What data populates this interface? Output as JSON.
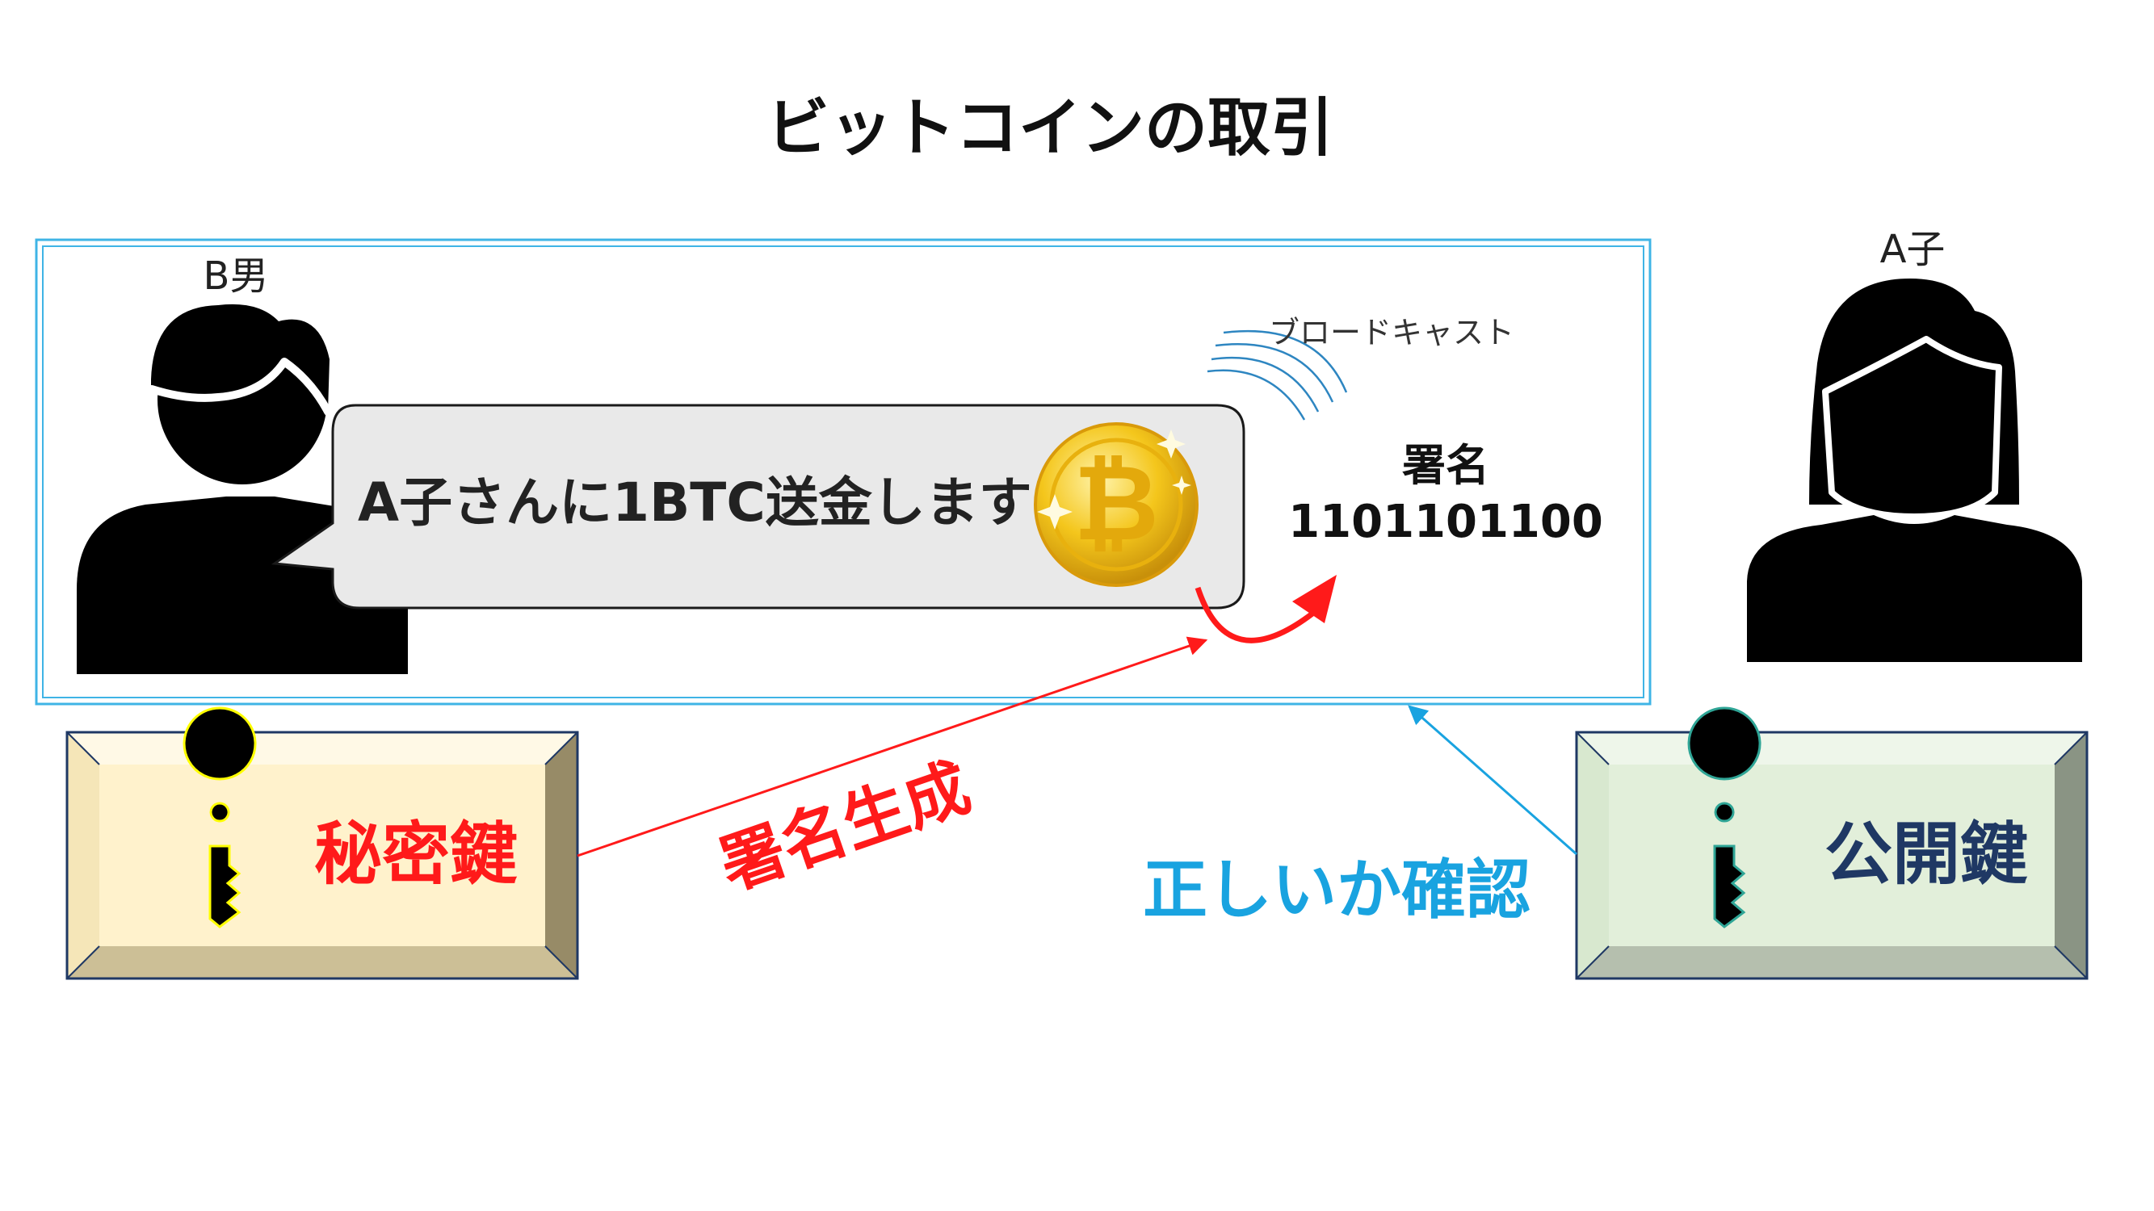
{
  "title": "ビットコインの取引",
  "sender": {
    "name": "B男"
  },
  "receiver": {
    "name": "A子"
  },
  "message": {
    "text": "A子さんに1BTC送金します",
    "coin_icon": "bitcoin-coin-icon"
  },
  "broadcast": {
    "label": "ブロードキャスト",
    "icon": "wireless-waves-icon"
  },
  "signature": {
    "label": "署名",
    "value": "1101101100"
  },
  "private_key": {
    "label": "秘密鍵",
    "icon": "key-icon"
  },
  "public_key": {
    "label": "公開鍵",
    "icon": "key-icon"
  },
  "arrows": {
    "generate_label": "署名生成",
    "verify_label": "正しいか確認"
  },
  "colors": {
    "frame_border": "#3fb4e6",
    "private_key_bg": "#fff2cc",
    "private_key_text": "#ff1a1a",
    "public_key_bg": "#e2efda",
    "public_key_text": "#1f3864",
    "generate_color": "#ff1a1a",
    "verify_color": "#19a3e0",
    "bubble_bg": "#e9e9e9",
    "coin_gold": "#f2c318"
  }
}
